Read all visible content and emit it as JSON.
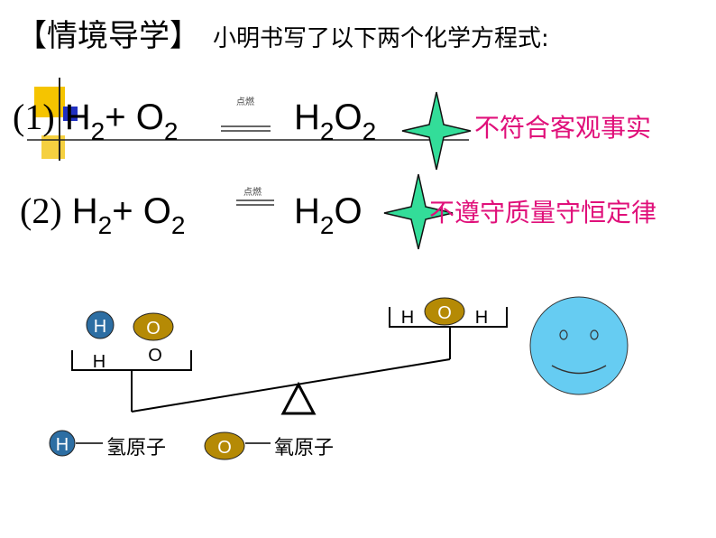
{
  "title": {
    "bracketed": "【情境导学】",
    "lead": "小明书写了以下两个化学方程式:"
  },
  "equation1": {
    "number": "(1)",
    "reactant1": "H",
    "reactant1_sub": "2",
    "plus": "+",
    "reactant2": "O",
    "reactant2_sub": "2",
    "condition": "点燃",
    "product_a": "H",
    "product_a_sub": "2",
    "product_b": "O",
    "product_b_sub": "2",
    "note": "不符合客观事实"
  },
  "equation2": {
    "number": "(2)",
    "reactant1": "H",
    "reactant1_sub": "2",
    "plus": "+",
    "reactant2": "O",
    "reactant2_sub": "2",
    "condition": "点燃",
    "product": "H",
    "product_sub": "2",
    "product_tail": "O",
    "note": "不遵守质量守恒定律"
  },
  "balance": {
    "left_atoms": [
      "H",
      "O"
    ],
    "left_pan_labels": [
      "H",
      "O"
    ],
    "right_atom": "O",
    "right_pan_labels": [
      "H",
      "H"
    ]
  },
  "legend": {
    "h_atom": "H",
    "h_text": "氢原子",
    "o_atom": "O",
    "o_text": "氧原子"
  },
  "colors": {
    "note": "#e0107a",
    "star": "#33dd99",
    "h_atom": "#2d6ea3",
    "o_atom": "#b58a05",
    "smiley": "#66ccf2",
    "accent_yellow": "#f5c400",
    "accent_blue": "#2030c0"
  }
}
